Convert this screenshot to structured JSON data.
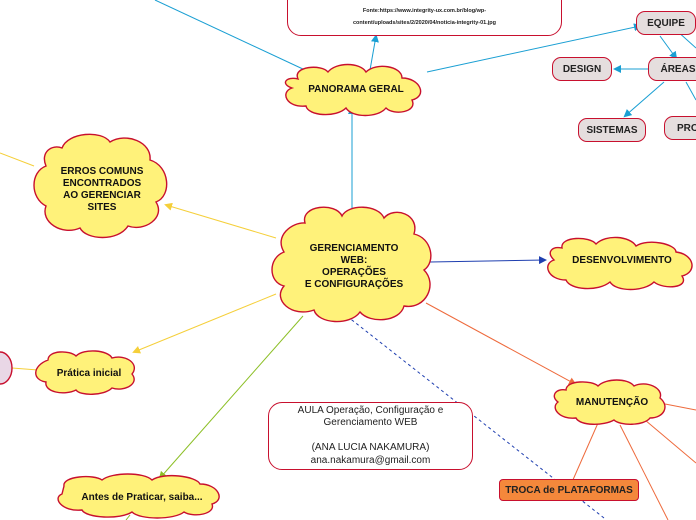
{
  "central": {
    "label": "GERENCIAMENTO\nWEB:\nOPERAÇÕES\nE CONFIGURAÇÕES"
  },
  "panorama": {
    "label": "PANORAMA GERAL"
  },
  "erros": {
    "label": "ERROS COMUNS\nENCONTRADOS\nAO GERENCIAR\nSITES"
  },
  "desenvolvimento": {
    "label": "DESENVOLVIMENTO"
  },
  "pratica": {
    "label": "Prática inicial"
  },
  "antes": {
    "label": "Antes de Praticar, saiba..."
  },
  "manutencao": {
    "label": "MANUTENÇÃO"
  },
  "troca": {
    "label": "TROCA de PLATAFORMAS"
  },
  "equipe": {
    "label": "EQUIPE"
  },
  "areas": {
    "label": "ÁREAS"
  },
  "design": {
    "label": "DESIGN"
  },
  "sistemas": {
    "label": "SISTEMAS"
  },
  "pro": {
    "label": "PRO"
  },
  "fonte": {
    "line1": "Fonte:https://www.integrity-ux.com.br/blog/wp-",
    "line2": "content/uploads/sites/2/2020/04/noticia-integrity-01.jpg"
  },
  "info": {
    "text": "AULA Operação, Configuração e\nGerenciamento WEB\n\n(ANA LUCIA NAKAMURA)\nana.nakamura@gmail.com"
  },
  "colors": {
    "cloud_fill": "#fff27a",
    "cloud_stroke": "#c8102e",
    "pill_fill": "#e5dede",
    "troca_fill": "#f4883b",
    "line_blue": "#1a9fd3",
    "line_yellow": "#f5cf3a",
    "line_green": "#8cbf26",
    "line_orange": "#ee6a3c",
    "line_navy": "#1f3fb0",
    "purple_fill": "#e9d7e6"
  }
}
